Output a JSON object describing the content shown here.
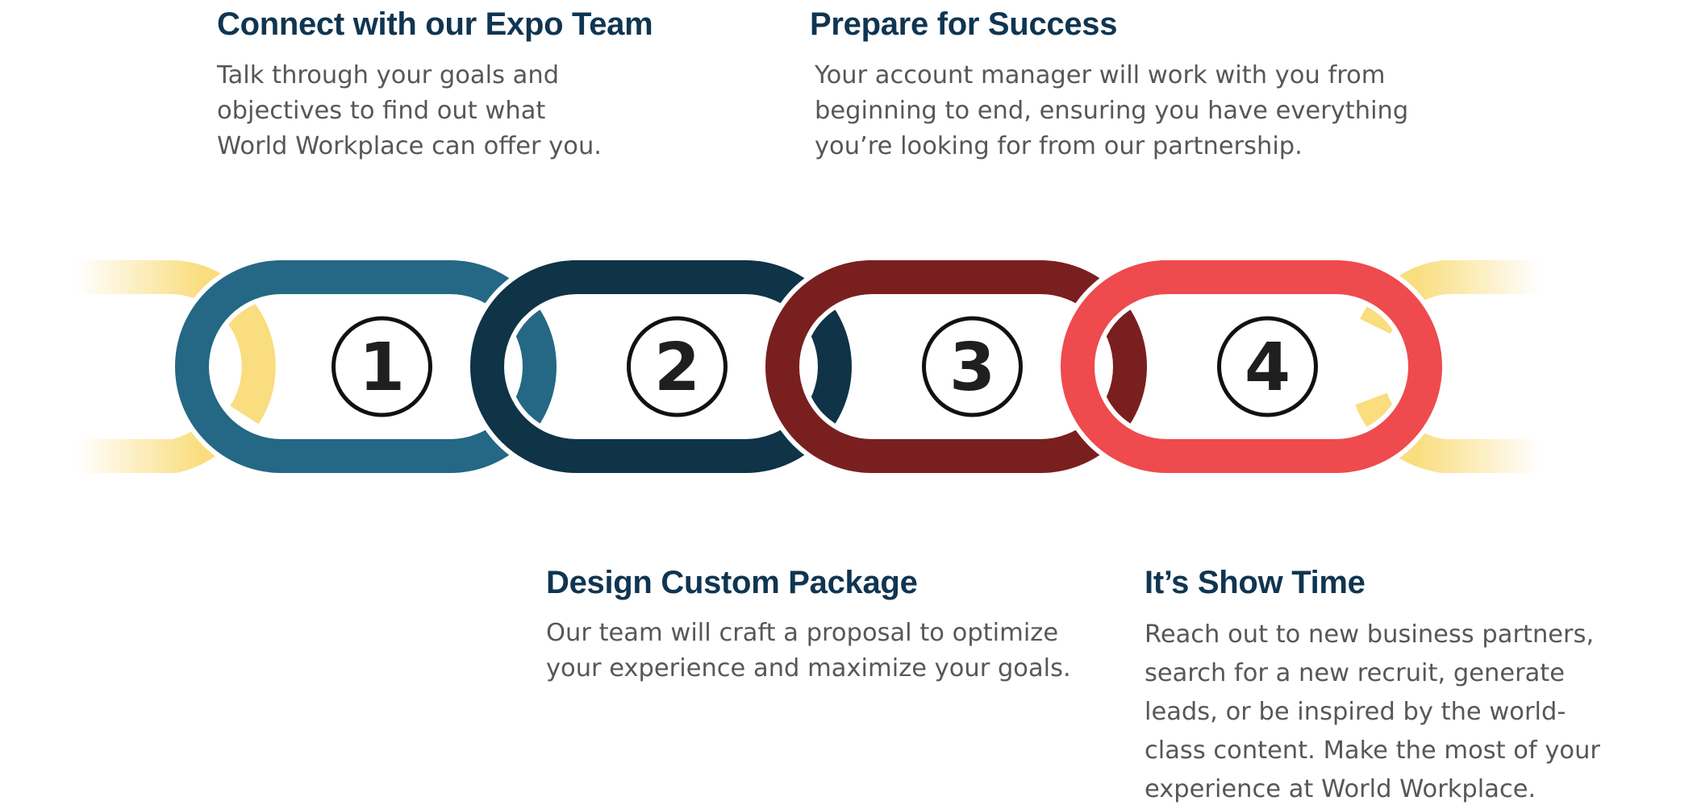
{
  "steps": [
    {
      "number": "1",
      "title": "Connect with our Expo Team",
      "lines": [
        "Talk through your goals and",
        "objectives to find out what",
        "World Workplace can offer you."
      ],
      "color": "#246885"
    },
    {
      "number": "2",
      "title": "Design Custom Package",
      "lines": [
        "Our team will craft a proposal to optimize",
        "your experience and maximize your goals."
      ],
      "color": "#0f3347"
    },
    {
      "number": "3",
      "title": "Prepare for Success",
      "lines": [
        "Your account manager will work with you from",
        "beginning to end, ensuring you have everything",
        "you’re looking for from our partnership."
      ],
      "color": "#7a1f1f"
    },
    {
      "number": "4",
      "title": "It’s Show Time",
      "lines": [
        "Reach out to new business partners,",
        "search for a new recruit, generate",
        "leads, or be inspired by the world-",
        "class content. Make the most of your",
        "experience at World Workplace."
      ],
      "color": "#ef4a4d"
    }
  ],
  "end_link_color": "#f9dd7e",
  "title_color": "#0f3551",
  "text_color": "#575757"
}
